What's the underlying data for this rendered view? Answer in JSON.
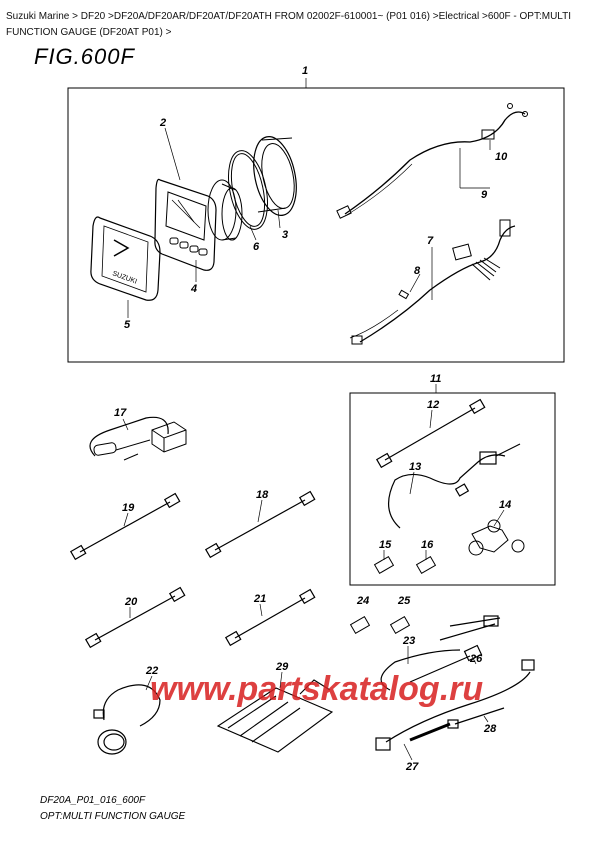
{
  "breadcrumb": {
    "items": [
      "Suzuki Marine",
      "DF20",
      "DF20A/DF20AR/DF20AT/DF20ATH FROM 02002F-610001~ (P01 016)",
      "Electrical",
      "600F - OPT:MULTI FUNCTION GAUGE (DF20AT P01)"
    ],
    "separator": " >",
    "trailing": " >"
  },
  "figure": {
    "title": "FIG.600F",
    "code": "DF20A_P01_016_600F",
    "caption": "OPT:MULTI FUNCTION GAUGE"
  },
  "watermark": "www.partskatalog.ru",
  "callouts": [
    "1",
    "2",
    "3",
    "4",
    "5",
    "6",
    "7",
    "8",
    "9",
    "10",
    "11",
    "12",
    "13",
    "14",
    "15",
    "16",
    "17",
    "18",
    "19",
    "20",
    "21",
    "22",
    "23",
    "24",
    "25",
    "26",
    "27",
    "28",
    "29"
  ],
  "colors": {
    "line": "#000000",
    "watermark": "#d81f1f"
  }
}
